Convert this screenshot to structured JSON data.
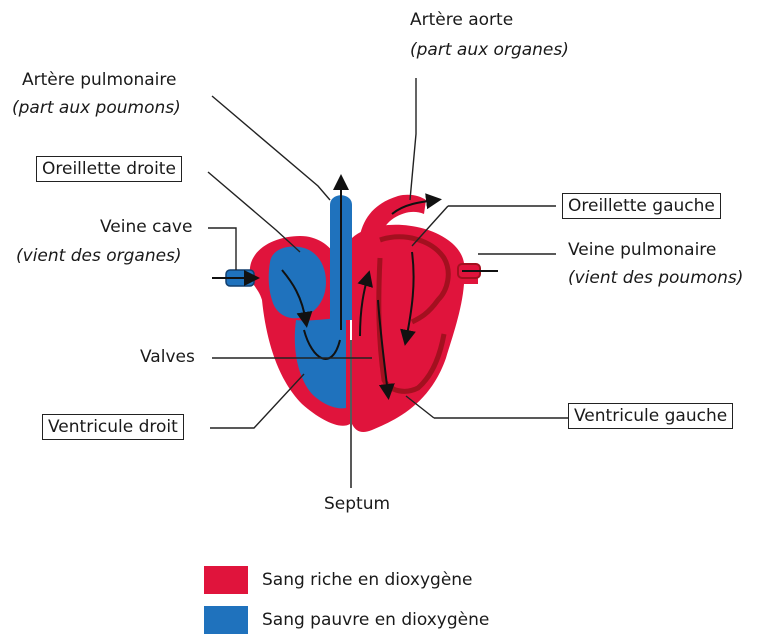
{
  "colors": {
    "oxygen_rich": "#e0143c",
    "oxygen_poor": "#1f72bd",
    "dark_red": "#a3101f"
  },
  "labels": {
    "arter_aorte": "Artère aorte",
    "arter_aorte_sub": "(part aux organes)",
    "arter_pulmonaire": "Artère pulmonaire",
    "arter_pulmonaire_sub": "(part aux poumons)",
    "oreillette_droite": "Oreillette droite",
    "oreillette_gauche": "Oreillette gauche",
    "veine_cave": "Veine cave",
    "veine_cave_sub": "(vient des organes)",
    "veine_pulmonaire": "Veine pulmonaire",
    "veine_pulmonaire_sub": "(vient des poumons)",
    "valves": "Valves",
    "ventricule_droit": "Ventricule droit",
    "ventricule_gauche": "Ventricule gauche",
    "septum": "Septum"
  },
  "legend": [
    {
      "text": "Sang riche en dioxygène",
      "color": "#e0143c"
    },
    {
      "text": "Sang pauvre en dioxygène",
      "color": "#1f72bd"
    }
  ]
}
